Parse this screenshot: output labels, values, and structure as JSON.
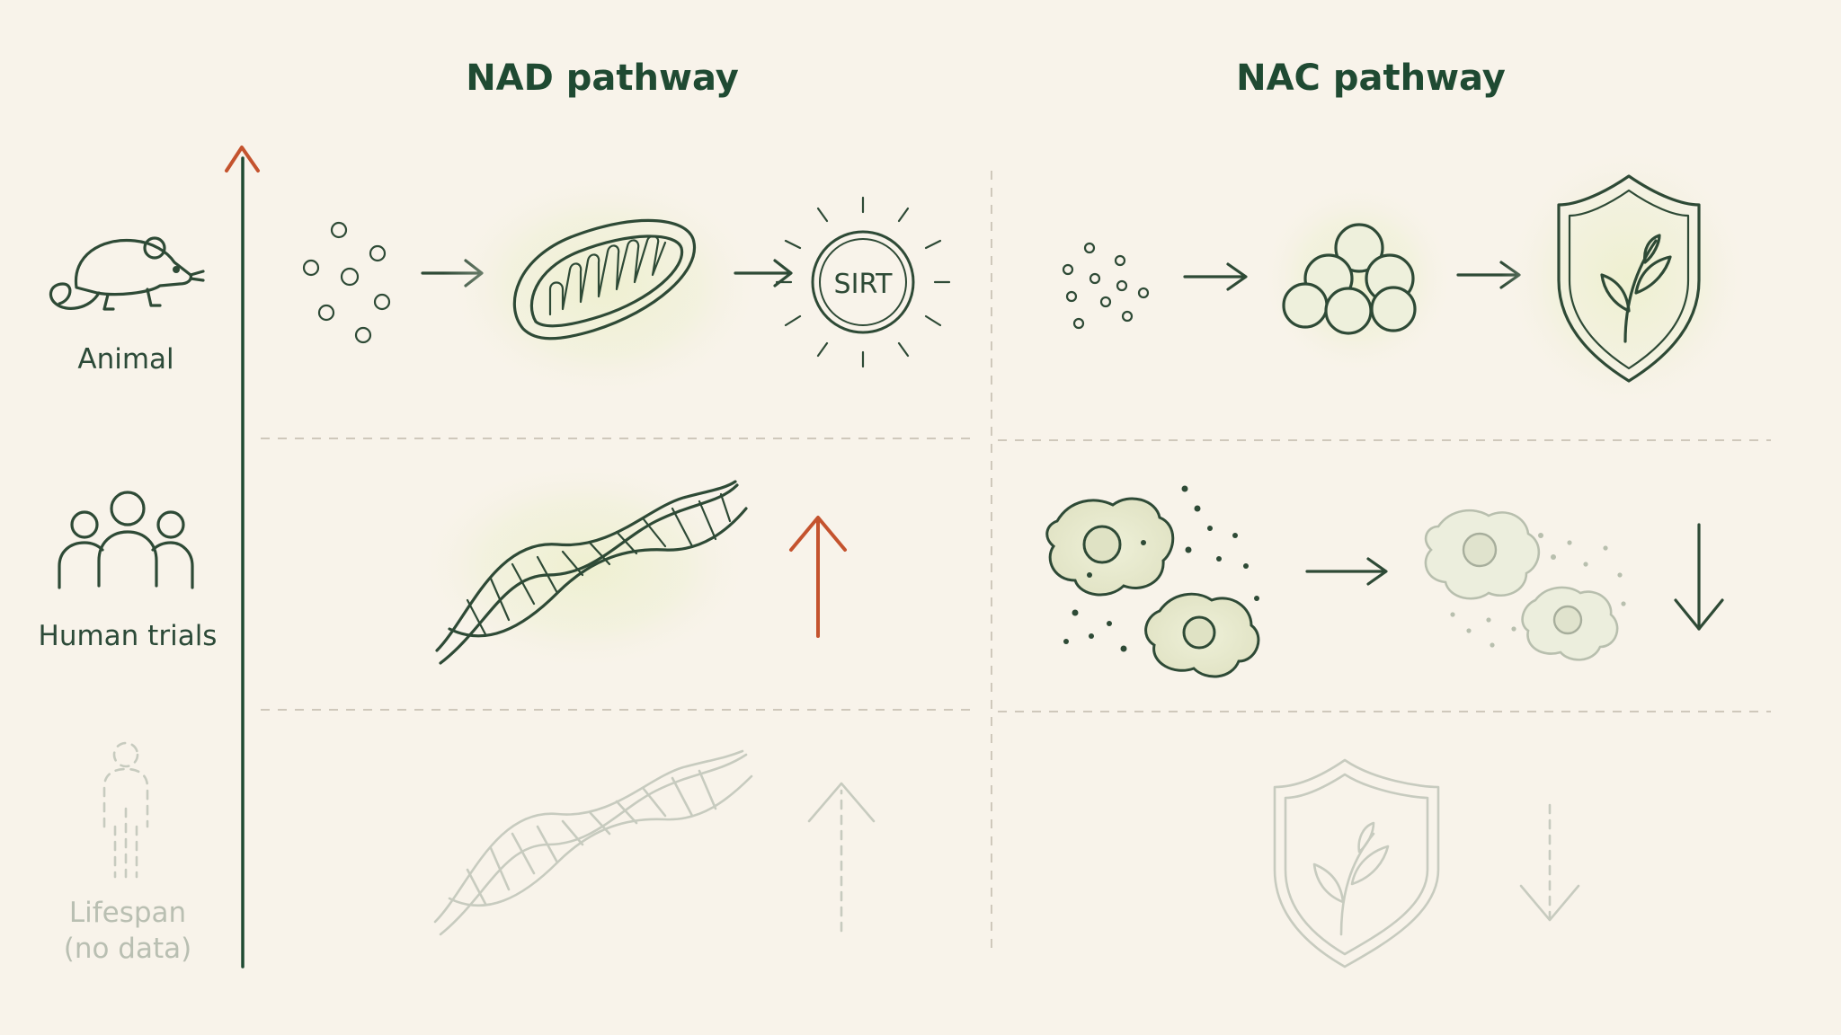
{
  "headers": {
    "nad": "NAD pathway",
    "nac": "NAC pathway"
  },
  "rows": {
    "animal": "Animal",
    "human": "Human trials",
    "lifespan_line1": "Lifespan",
    "lifespan_line2": "(no data)"
  },
  "labels": {
    "sirt": "SIRT"
  },
  "colors": {
    "ink": "#2e4a36",
    "title": "#1f4a32",
    "accent_up": "#c4532e",
    "faded": "#c7cbbf",
    "background": "#f8f3ea"
  },
  "icons": {
    "axis": "evidence-axis-arrow",
    "animal": "mouse-icon",
    "human": "people-group-icon",
    "lifespan": "person-outline-icon",
    "nad_animal": [
      "molecule-dots-icon",
      "mitochondrion-icon",
      "sirtuin-badge-icon"
    ],
    "nac_animal": [
      "molecule-dots-icon",
      "glutathione-cluster-icon",
      "shield-leaf-icon"
    ],
    "nad_human": [
      "dna-helix-icon",
      "increase-arrow-icon"
    ],
    "nac_human": [
      "damaged-cells-icon",
      "recovering-cells-icon",
      "decrease-arrow-icon"
    ],
    "nad_lifespan": [
      "faded-dna-helix-icon",
      "dashed-up-arrow-icon"
    ],
    "nac_lifespan": [
      "faded-shield-leaf-icon",
      "dashed-down-arrow-icon"
    ]
  }
}
